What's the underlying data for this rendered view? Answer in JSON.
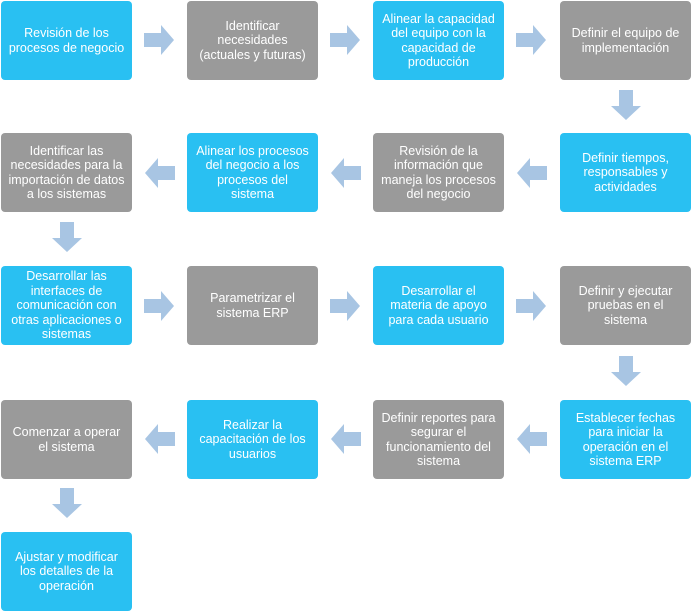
{
  "steps": [
    {
      "text": "Revisión de los procesos de negocio",
      "color": "#29c0f2"
    },
    {
      "text": "Identificar necesidades (actuales y futuras)",
      "color": "#9a9a9a"
    },
    {
      "text": "Alinear la capacidad del equipo con la capacidad de producción",
      "color": "#29c0f2"
    },
    {
      "text": "Definir el equipo de implementación",
      "color": "#9a9a9a"
    },
    {
      "text": "Definir tiempos, responsables y actividades",
      "color": "#29c0f2"
    },
    {
      "text": "Revisión de la información que maneja los procesos del negocio",
      "color": "#9a9a9a"
    },
    {
      "text": "Alinear los procesos del negocio a los procesos del sistema",
      "color": "#29c0f2"
    },
    {
      "text": "Identificar  las necesidades para la importación de datos a los sistemas",
      "color": "#9a9a9a"
    },
    {
      "text": "Desarrollar las interfaces de comunicación  con otras aplicaciones o sistemas",
      "color": "#29c0f2"
    },
    {
      "text": "Parametrizar el sistema ERP",
      "color": "#9a9a9a"
    },
    {
      "text": "Desarrollar el materia de apoyo para cada usuario",
      "color": "#29c0f2"
    },
    {
      "text": "Definir y ejecutar pruebas en el sistema",
      "color": "#9a9a9a"
    },
    {
      "text": "Establecer fechas para iniciar la operación en el sistema ERP",
      "color": "#29c0f2"
    },
    {
      "text": "Definir reportes para segurar el funcionamiento del sistema",
      "color": "#9a9a9a"
    },
    {
      "text": "Realizar la capacitación de los usuarios",
      "color": "#29c0f2"
    },
    {
      "text": "Comenzar a operar el sistema",
      "color": "#9a9a9a"
    },
    {
      "text": "Ajustar y modificar los detalles de la operación",
      "color": "#29c0f2"
    }
  ],
  "arrow_color": "#a8c5e3",
  "arrow_icon": "block-arrow-icon"
}
